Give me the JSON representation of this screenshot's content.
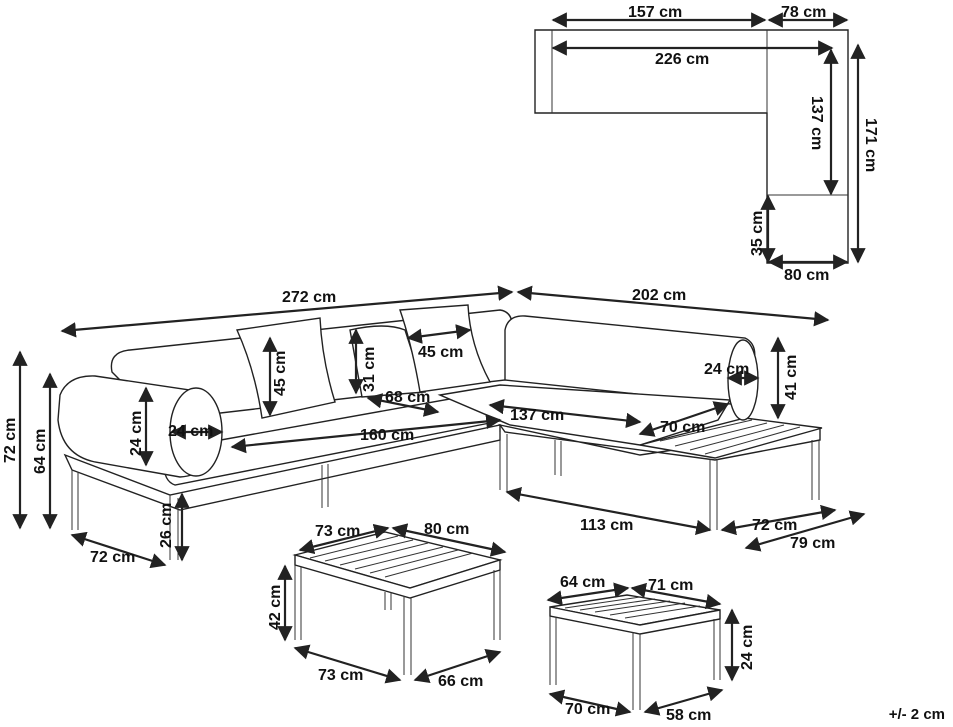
{
  "plan_view": {
    "width_left": "157 cm",
    "width_right": "78 cm",
    "inner_length": "226 cm",
    "depth_inner": "137 cm",
    "depth_total": "171 cm",
    "leg_depth": "35 cm",
    "leg_width": "80 cm"
  },
  "sofa": {
    "length_left": "272 cm",
    "length_right": "202 cm",
    "height_total": "72 cm",
    "height_back": "64 cm",
    "seat_height": "26 cm",
    "depth": "72 cm",
    "bolster_length": "24 cm",
    "bolster_diameter": "24 cm",
    "pillow_height": "45 cm",
    "back_cushion": "31 cm",
    "pillow_width": "45 cm",
    "seat_depth_cushion": "68 cm",
    "seat_length_left": "160 cm",
    "seat_length_right": "137 cm",
    "shelf_width": "70 cm",
    "bolster_right_diameter": "24 cm",
    "armrest_height": "41 cm",
    "base_length_right": "113 cm",
    "shelf_depth": "72 cm",
    "right_depth": "79 cm"
  },
  "table_large": {
    "top_depth": "73 cm",
    "top_width": "80 cm",
    "height": "42 cm",
    "base_depth": "73 cm",
    "base_width": "66 cm"
  },
  "table_small": {
    "top_depth": "64 cm",
    "top_width": "71 cm",
    "height": "24 cm",
    "base_depth": "70 cm",
    "base_width": "58 cm"
  },
  "tolerance": "+/- 2 cm"
}
